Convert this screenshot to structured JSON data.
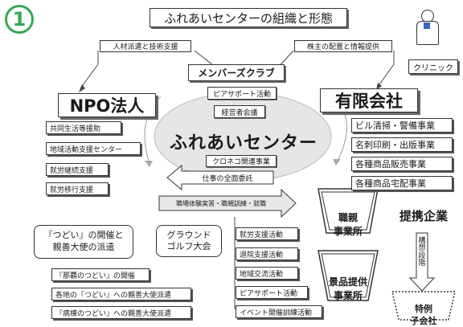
{
  "number_badge": "1",
  "title": "ふれあいセンターの組織と形態",
  "clinic": "クリニック",
  "top_left_label": "人材派遣と技術支援",
  "top_right_label": "株主の配置と情報提供",
  "center": {
    "club": "メンバーズクラブ",
    "peer_support": "ピアサポート活動",
    "management": "経営者会議",
    "name": "ふれあいセンター",
    "kuroneko": "クロネコ関連事業"
  },
  "npo": {
    "title": "NPO法人",
    "items": [
      "共同生活等援助",
      "地域活動支援センター",
      "就労継続支援",
      "就労移行支援"
    ]
  },
  "company": {
    "title": "有限会社",
    "items": [
      "ビル清掃・警備事業",
      "名刺印刷・出版事業",
      "各種商品販売事業",
      "各種商品宅配事業"
    ]
  },
  "arrow_left_label": "仕事の全面委託",
  "arrow_right_label": "職場体験実習・職親訓練・就職",
  "tsudoi": {
    "heading": "『つどい』の開催と\n親善大使の派遣",
    "items": [
      "『那覇のつどい』の開催",
      "各地の『つどい』への親善大使派遣",
      "『病棟のつどい』への親善大使派遣"
    ]
  },
  "golf": "グラウンド\nゴルフ大会",
  "activities": [
    "就労支援活動",
    "退院支援活動",
    "地域交流活動",
    "ピアサポート活動",
    "イベント開催訓練活動"
  ],
  "shokuoya": "職親\n事業所",
  "keihin": "景品提供\n事業所",
  "partner": "提携企業",
  "plan": "構想段階",
  "special": "特例\n子会社"
}
